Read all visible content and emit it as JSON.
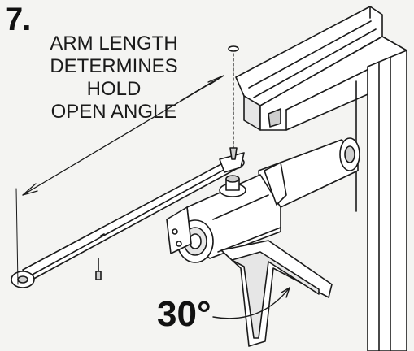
{
  "step": {
    "number": "7."
  },
  "callout": {
    "lines": [
      "ARM LENGTH",
      "DETERMINES",
      "HOLD",
      "OPEN ANGLE"
    ]
  },
  "angle": {
    "label": "30°"
  },
  "colors": {
    "ink": "#1a1a1a",
    "paper": "#f4f4f2",
    "fill": "#ffffff",
    "shade": "#cfcfcf"
  }
}
